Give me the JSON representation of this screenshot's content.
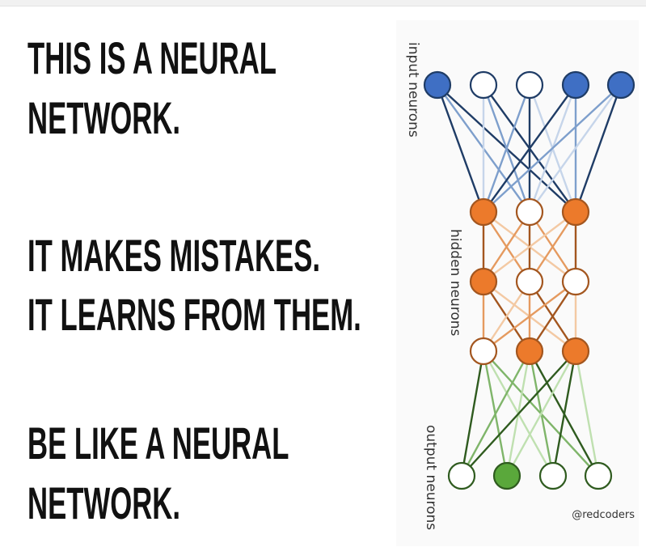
{
  "text": {
    "line1": "THIS IS A NEURAL",
    "line2": "NETWORK.",
    "line3": "IT MAKES MISTAKES.",
    "line4": "IT LEARNS FROM THEM.",
    "line5": "BE LIKE A NEURAL",
    "line6": "NETWORK."
  },
  "diagram": {
    "labels": {
      "input": "input neurons",
      "hidden": "hidden neurons",
      "output": "output neurons"
    },
    "credit": "@redcoders",
    "colors": {
      "input_filled": "#3f6fc4",
      "input_edge_dark": "#1f3c66",
      "input_edge_mid": "#7e9fcc",
      "input_edge_light": "#c6d5ea",
      "hidden_filled": "#ec7a2b",
      "hidden_edge_dark": "#a3561f",
      "hidden_edge_mid": "#e59a5f",
      "hidden_edge_light": "#f3c9a3",
      "output_filled": "#5aa83b",
      "output_edge_dark": "#2f5b1f",
      "output_edge_mid": "#7fb56a",
      "output_edge_light": "#bfe0b0",
      "node_stroke_neutral": "#555555"
    },
    "layers": [
      {
        "name": "input",
        "nodes": [
          {
            "filled": true
          },
          {
            "filled": false
          },
          {
            "filled": false
          },
          {
            "filled": true
          },
          {
            "filled": true
          }
        ]
      },
      {
        "name": "hidden-1",
        "nodes": [
          {
            "filled": true
          },
          {
            "filled": false
          },
          {
            "filled": true
          }
        ]
      },
      {
        "name": "hidden-2",
        "nodes": [
          {
            "filled": true
          },
          {
            "filled": false
          },
          {
            "filled": false
          }
        ]
      },
      {
        "name": "hidden-3",
        "nodes": [
          {
            "filled": false
          },
          {
            "filled": true
          },
          {
            "filled": true
          }
        ]
      },
      {
        "name": "output",
        "nodes": [
          {
            "filled": false
          },
          {
            "filled": true
          },
          {
            "filled": false
          },
          {
            "filled": false
          }
        ]
      }
    ],
    "edges": [
      {
        "from": [
          0,
          0
        ],
        "to": [
          1,
          0
        ],
        "shade": "dark"
      },
      {
        "from": [
          0,
          0
        ],
        "to": [
          1,
          1
        ],
        "shade": "mid"
      },
      {
        "from": [
          0,
          0
        ],
        "to": [
          1,
          2
        ],
        "shade": "dark"
      },
      {
        "from": [
          0,
          1
        ],
        "to": [
          1,
          0
        ],
        "shade": "light"
      },
      {
        "from": [
          0,
          1
        ],
        "to": [
          1,
          1
        ],
        "shade": "mid"
      },
      {
        "from": [
          0,
          1
        ],
        "to": [
          1,
          2
        ],
        "shade": "dark"
      },
      {
        "from": [
          0,
          2
        ],
        "to": [
          1,
          0
        ],
        "shade": "mid"
      },
      {
        "from": [
          0,
          2
        ],
        "to": [
          1,
          1
        ],
        "shade": "dark"
      },
      {
        "from": [
          0,
          2
        ],
        "to": [
          1,
          2
        ],
        "shade": "light"
      },
      {
        "from": [
          0,
          3
        ],
        "to": [
          1,
          0
        ],
        "shade": "dark"
      },
      {
        "from": [
          0,
          3
        ],
        "to": [
          1,
          1
        ],
        "shade": "light"
      },
      {
        "from": [
          0,
          3
        ],
        "to": [
          1,
          2
        ],
        "shade": "mid"
      },
      {
        "from": [
          0,
          4
        ],
        "to": [
          1,
          0
        ],
        "shade": "mid"
      },
      {
        "from": [
          0,
          4
        ],
        "to": [
          1,
          1
        ],
        "shade": "light"
      },
      {
        "from": [
          0,
          4
        ],
        "to": [
          1,
          2
        ],
        "shade": "dark"
      },
      {
        "from": [
          1,
          0
        ],
        "to": [
          2,
          0
        ],
        "shade": "dark"
      },
      {
        "from": [
          1,
          0
        ],
        "to": [
          2,
          1
        ],
        "shade": "mid"
      },
      {
        "from": [
          1,
          0
        ],
        "to": [
          2,
          2
        ],
        "shade": "light"
      },
      {
        "from": [
          1,
          1
        ],
        "to": [
          2,
          0
        ],
        "shade": "mid"
      },
      {
        "from": [
          1,
          1
        ],
        "to": [
          2,
          1
        ],
        "shade": "dark"
      },
      {
        "from": [
          1,
          1
        ],
        "to": [
          2,
          2
        ],
        "shade": "mid"
      },
      {
        "from": [
          1,
          2
        ],
        "to": [
          2,
          0
        ],
        "shade": "light"
      },
      {
        "from": [
          1,
          2
        ],
        "to": [
          2,
          1
        ],
        "shade": "mid"
      },
      {
        "from": [
          1,
          2
        ],
        "to": [
          2,
          2
        ],
        "shade": "dark"
      },
      {
        "from": [
          2,
          0
        ],
        "to": [
          3,
          0
        ],
        "shade": "mid"
      },
      {
        "from": [
          2,
          0
        ],
        "to": [
          3,
          1
        ],
        "shade": "dark"
      },
      {
        "from": [
          2,
          0
        ],
        "to": [
          3,
          2
        ],
        "shade": "light"
      },
      {
        "from": [
          2,
          1
        ],
        "to": [
          3,
          0
        ],
        "shade": "light"
      },
      {
        "from": [
          2,
          1
        ],
        "to": [
          3,
          1
        ],
        "shade": "mid"
      },
      {
        "from": [
          2,
          1
        ],
        "to": [
          3,
          2
        ],
        "shade": "dark"
      },
      {
        "from": [
          2,
          2
        ],
        "to": [
          3,
          0
        ],
        "shade": "mid"
      },
      {
        "from": [
          2,
          2
        ],
        "to": [
          3,
          1
        ],
        "shade": "dark"
      },
      {
        "from": [
          2,
          2
        ],
        "to": [
          3,
          2
        ],
        "shade": "light"
      },
      {
        "from": [
          3,
          0
        ],
        "to": [
          4,
          0
        ],
        "shade": "dark"
      },
      {
        "from": [
          3,
          0
        ],
        "to": [
          4,
          1
        ],
        "shade": "mid"
      },
      {
        "from": [
          3,
          0
        ],
        "to": [
          4,
          2
        ],
        "shade": "light"
      },
      {
        "from": [
          3,
          0
        ],
        "to": [
          4,
          3
        ],
        "shade": "mid"
      },
      {
        "from": [
          3,
          1
        ],
        "to": [
          4,
          0
        ],
        "shade": "mid"
      },
      {
        "from": [
          3,
          1
        ],
        "to": [
          4,
          1
        ],
        "shade": "light"
      },
      {
        "from": [
          3,
          1
        ],
        "to": [
          4,
          2
        ],
        "shade": "mid"
      },
      {
        "from": [
          3,
          1
        ],
        "to": [
          4,
          3
        ],
        "shade": "dark"
      },
      {
        "from": [
          3,
          2
        ],
        "to": [
          4,
          0
        ],
        "shade": "dark"
      },
      {
        "from": [
          3,
          2
        ],
        "to": [
          4,
          1
        ],
        "shade": "light"
      },
      {
        "from": [
          3,
          2
        ],
        "to": [
          4,
          2
        ],
        "shade": "dark"
      },
      {
        "from": [
          3,
          2
        ],
        "to": [
          4,
          3
        ],
        "shade": "light"
      }
    ]
  }
}
